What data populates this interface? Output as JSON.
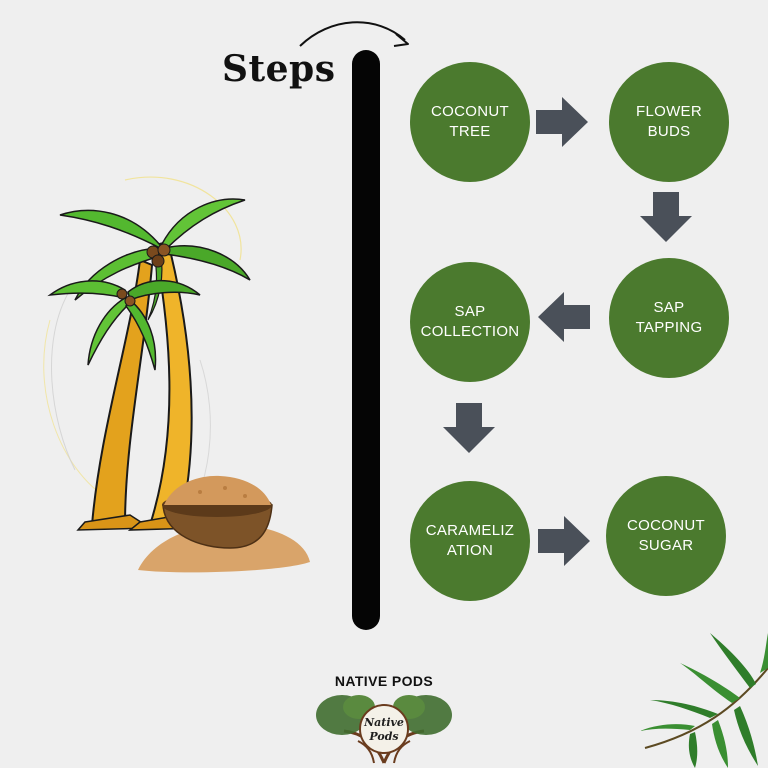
{
  "heading": "Steps",
  "steps": [
    {
      "label": "COCONUT\nTREE"
    },
    {
      "label": "FLOWER\nBUDS"
    },
    {
      "label": "SAP\nTAPPING"
    },
    {
      "label": "SAP\nCOLLECTION"
    },
    {
      "label": "CARAMELIZ\nATION"
    },
    {
      "label": "COCONUT\nSUGAR"
    }
  ],
  "brand": {
    "name": "NATIVE PODS",
    "logo_line1": "Native",
    "logo_line2": "Pods"
  },
  "colors": {
    "node": "#4b7a2e",
    "arrow": "#4a5059",
    "timeline": "#050505",
    "background": "#efefef"
  }
}
